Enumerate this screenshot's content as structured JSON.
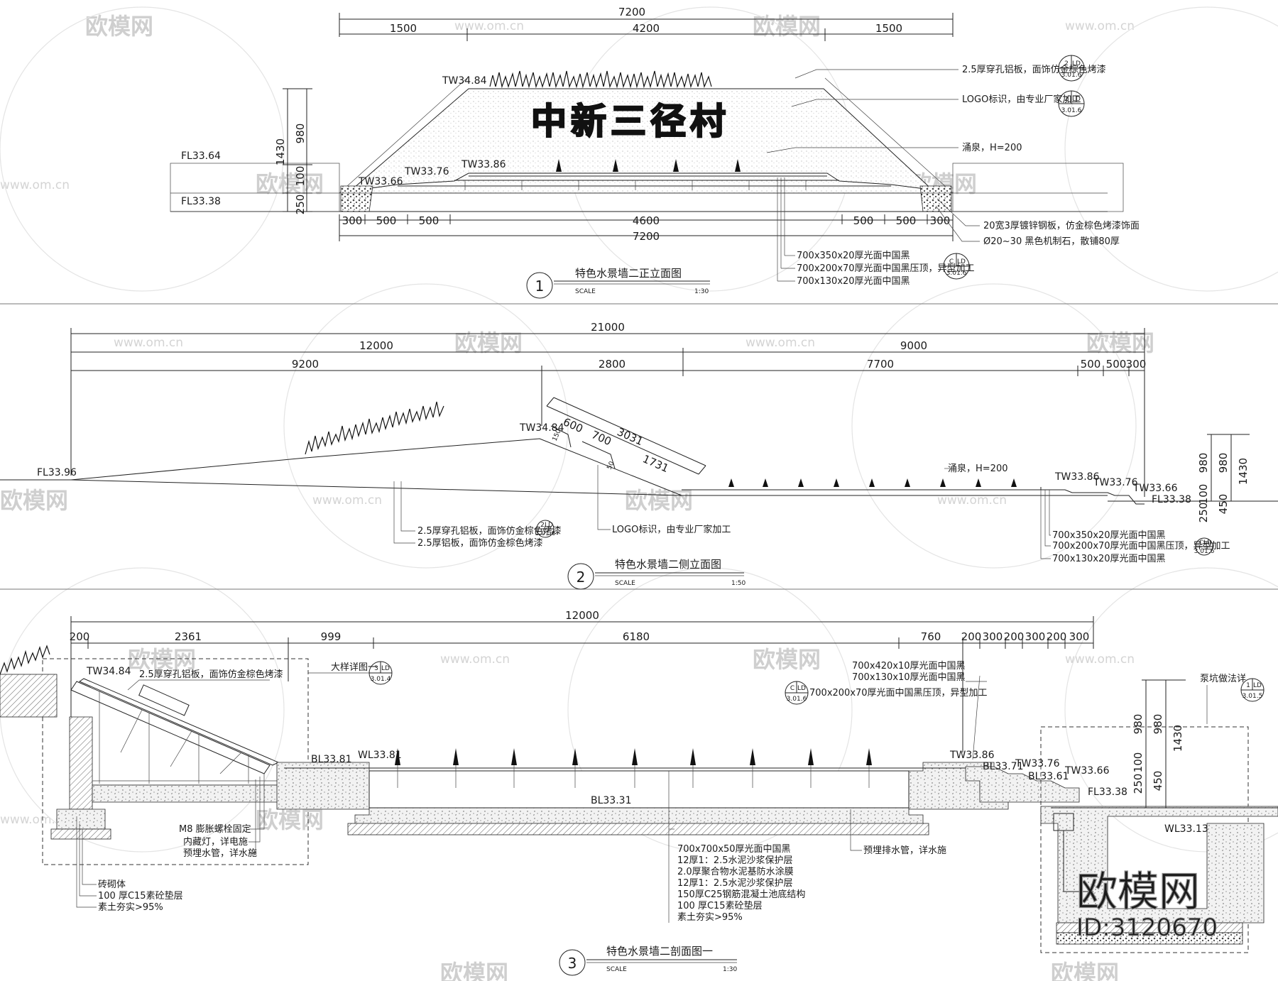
{
  "watermark": {
    "site": "欧模网",
    "url": "www.om.cn",
    "brand": "欧模网",
    "id": "ID:3120670"
  },
  "view1": {
    "number": "1",
    "title": "特色水景墙二正立面图",
    "scale_label": "SCALE",
    "scale": "1:30",
    "top_total": "7200",
    "top_left": "1500",
    "top_mid": "4200",
    "top_right": "1500",
    "logo_text": "中新三径村",
    "h_total": "1430",
    "h_upper": "980",
    "h_a": "100",
    "h_b": "250",
    "bottom_dims": [
      "300",
      "500",
      "500",
      "4600",
      "500",
      "500",
      "300"
    ],
    "bottom_total": "7200",
    "levels": {
      "tw_top": "TW34.84",
      "fl_upper": "FL33.64",
      "fl_lower": "FL33.38",
      "tw_a": "TW33.66",
      "tw_b": "TW33.76",
      "tw_c": "TW33.86"
    },
    "notes": [
      "2.5厚穿孔铝板，面饰仿金棕色烤漆",
      "LOGO标识，由专业厂家加工",
      "涌泉，H=200",
      "20宽3厚镀锌钢板，仿金棕色烤漆饰面",
      "Ø20~30 黑色机制石，散铺80厚"
    ],
    "notes_lower": [
      "700x350x20厚光面中国黑",
      "700x200x70厚光面中国黑压顶，异型加工",
      "700x130x20厚光面中国黑"
    ],
    "refs": [
      {
        "num": "2",
        "code": "LD",
        "sheet": "3.01.6"
      },
      {
        "num": "2",
        "code": "LD",
        "sheet": "3.01.6"
      },
      {
        "num": "C",
        "code": "LD",
        "sheet": "3.01.6"
      }
    ]
  },
  "view2": {
    "number": "2",
    "title": "特色水景墙二侧立面图",
    "scale_label": "SCALE",
    "scale": "1:50",
    "top_total": "21000",
    "mid_left": "12000",
    "mid_right": "9000",
    "low_dims": [
      "9200",
      "2800",
      "7700",
      "500",
      "500",
      "300"
    ],
    "slope_dims": [
      "600",
      "700",
      "3031",
      "1731",
      "150",
      "50"
    ],
    "h_dims": [
      "980",
      "980",
      "1430",
      "100",
      "250",
      "450"
    ],
    "levels": {
      "fl_left": "FL33.96",
      "tw_top": "TW34.84",
      "tw_c": "TW33.86",
      "tw_b": "TW33.76",
      "tw_a": "TW33.66",
      "fl_right": "FL33.38"
    },
    "notes_left": [
      "2.5厚穿孔铝板，面饰仿金棕色烤漆",
      "2.5厚铝板，面饰仿金棕色烤漆"
    ],
    "note_logo": "LOGO标识，由专业厂家加工",
    "note_spring": "涌泉，H=200",
    "notes_right": [
      "700x350x20厚光面中国黑",
      "700x200x70厚光面中国黑压顶，异型加工",
      "700x130x20厚光面中国黑"
    ],
    "ref_left": {
      "num": "2",
      "code": "LD",
      "sheet": "3.01.6"
    },
    "ref_right": {
      "num": "C",
      "code": "LD",
      "sheet": "3.01.6"
    }
  },
  "view3": {
    "number": "3",
    "title": "特色水景墙二剖面图一",
    "scale_label": "SCALE",
    "scale": "1:30",
    "top_total": "12000",
    "dims": [
      "200",
      "2361",
      "999",
      "6180",
      "760",
      "200",
      "300",
      "200",
      "300",
      "200",
      "300"
    ],
    "h_dims": [
      "980",
      "980",
      "1430",
      "100",
      "250",
      "450"
    ],
    "levels": {
      "tw_top": "TW34.84",
      "bl_a": "BL33.81",
      "wl": "WL33.81",
      "bl_pool": "BL33.31",
      "tw_c": "TW33.86",
      "bl_b": "BL33.71",
      "bl_c": "BL33.61",
      "tw_b": "TW33.76",
      "tw_a": "TW33.66",
      "fl": "FL33.38",
      "wl_low": "WL33.13"
    },
    "note_panel": "2.5厚穿孔铝板，面饰仿金棕色烤漆",
    "note_detail": "大样详图一",
    "notes_top_right": [
      "700x420x10厚光面中国黑",
      "700x130x10厚光面中国黑",
      "700x200x70厚光面中国黑压顶，异型加工"
    ],
    "note_pit": "泵坑做法详",
    "notes_left_low": [
      "M8 膨胀螺栓固定",
      "内藏灯，详电施",
      "预埋水管，详水施"
    ],
    "notes_base_left": [
      "砖砌体",
      "100 厚C15素砼垫层",
      "素土夯实>95%"
    ],
    "notes_pool": [
      "700x700x50厚光面中国黑",
      "12厚1：2.5水泥沙浆保护层",
      "2.0厚聚合物水泥基防水涂膜",
      "12厚1：2.5水泥沙浆保护层",
      "150厚C25钢筋混凝土池底结构",
      "100 厚C15素砼垫层",
      "素土夯实>95%"
    ],
    "note_drain": "预埋排水管，详水施",
    "refs": [
      {
        "num": "3",
        "code": "LD",
        "sheet": "3.01.4"
      },
      {
        "num": "C",
        "code": "LD",
        "sheet": "3.01.6"
      },
      {
        "num": "1",
        "code": "LD",
        "sheet": "3.01.5"
      }
    ]
  }
}
